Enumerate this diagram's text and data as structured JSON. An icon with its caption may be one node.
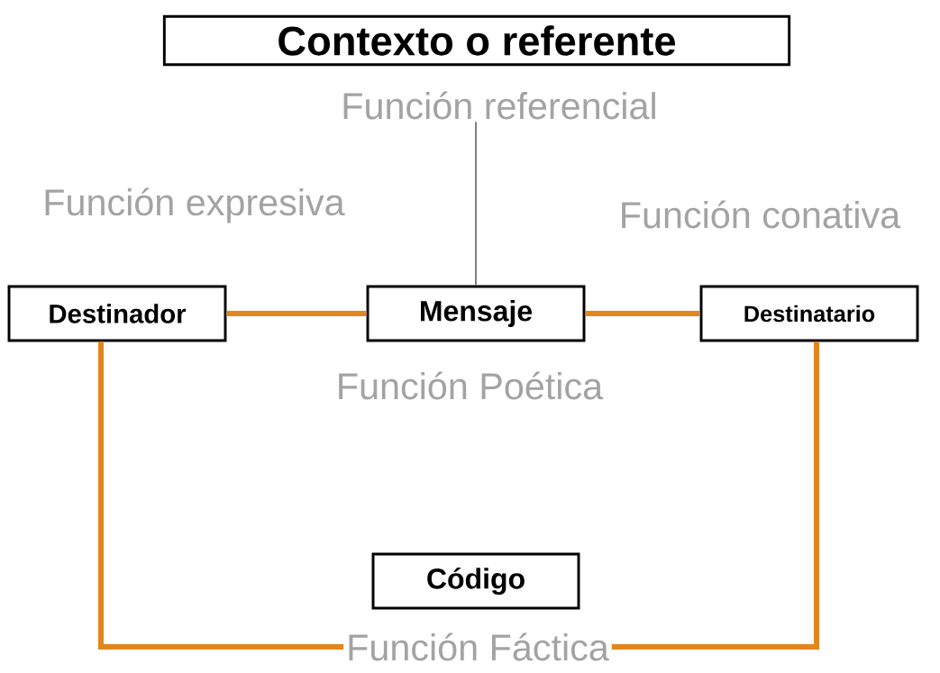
{
  "diagram": {
    "nodes": [
      {
        "text": [
          "Contexto o referente"
        ]
      },
      {
        "text": [
          "Función referencial"
        ]
      },
      {
        "text": [
          "Destinador"
        ],
        "beside": [
          "Función expresiva"
        ]
      },
      {
        "text": [
          "Mensaje"
        ],
        "beside": [
          "Función Poética"
        ]
      },
      {
        "text": [
          "Destinatario"
        ],
        "beside": [
          "Función conativa"
        ]
      },
      {
        "text": [
          "Código"
        ]
      },
      {
        "text": [
          "Función Fáctica"
        ]
      }
    ],
    "edges": [
      {
        "from": 3,
        "to": 1,
        "arrow": "none",
        "color": "#404040"
      },
      {
        "from": 2,
        "to": 3,
        "arrow": "none"
      },
      {
        "from": 3,
        "to": 4,
        "arrow": "none"
      },
      {
        "from": 2,
        "to": 6,
        "arrow": "none"
      },
      {
        "from": 4,
        "to": 6,
        "arrow": "none"
      }
    ]
  }
}
